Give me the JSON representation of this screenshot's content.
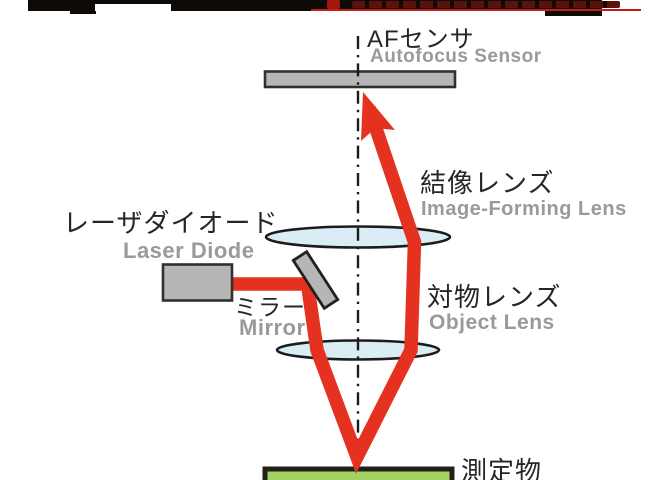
{
  "labels": {
    "af_sensor": {
      "ja": "AFセンサ",
      "en": "Autofocus Sensor"
    },
    "image_forming_lens": {
      "ja": "結像レンズ",
      "en": "Image-Forming Lens"
    },
    "laser_diode": {
      "ja": "レーザダイオード",
      "en": "Laser Diode"
    },
    "mirror": {
      "ja": "ミラー",
      "en": "Mirror"
    },
    "object_lens": {
      "ja": "対物レンズ",
      "en": "Object Lens"
    },
    "measurement_object": {
      "ja": "測定物"
    }
  },
  "colors": {
    "beam_red": "#e5311f",
    "banner_black": "#0d0a08",
    "banner_line_red": "#c41f14",
    "metal_gray": "#b6b6b6",
    "outline_dark": "#33302c",
    "lens_blue": "#daedf7",
    "target_green": "#a2d164",
    "axis_black": "#1c1c1c",
    "label_black": "#262626",
    "label_gray": "#9a9a9a"
  }
}
